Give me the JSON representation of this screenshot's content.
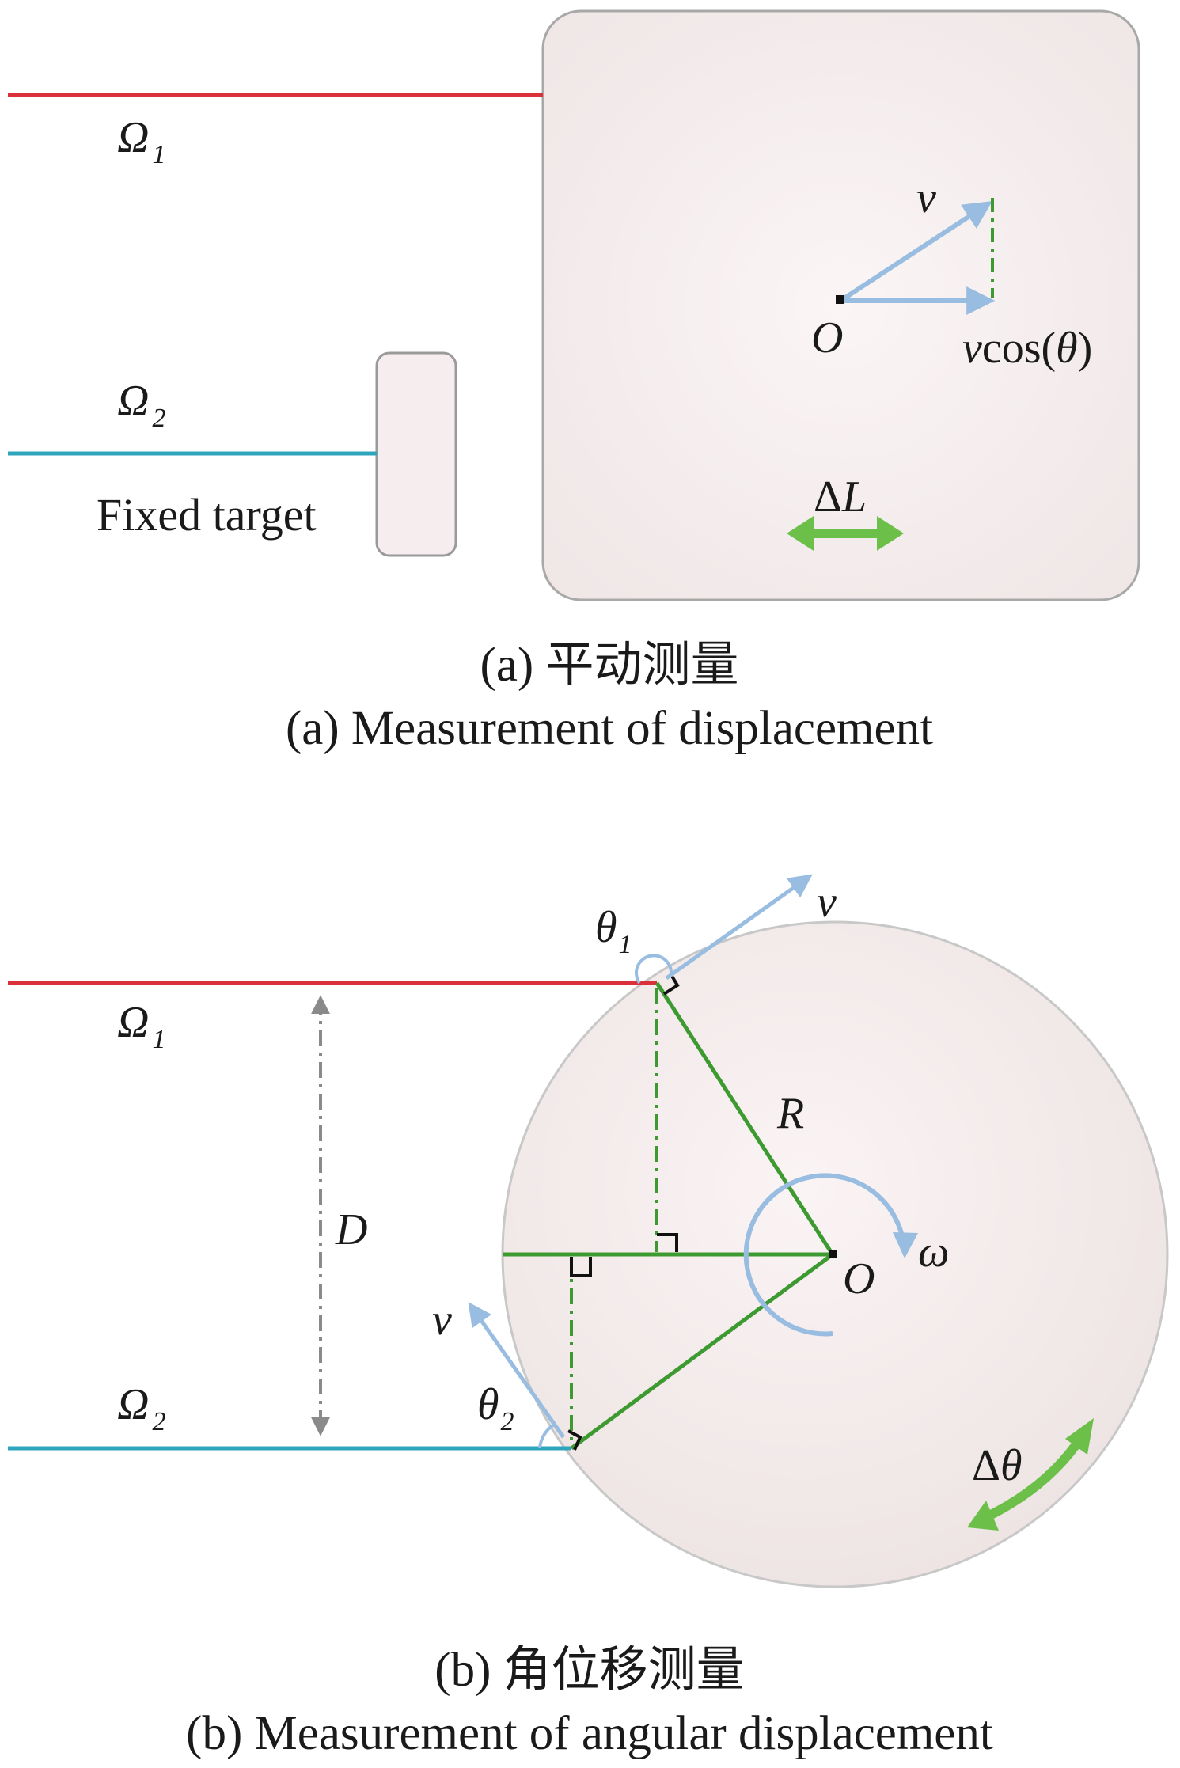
{
  "panel_a": {
    "omega1": "Ω",
    "omega1_sub": "1",
    "omega2": "Ω",
    "omega2_sub": "2",
    "fixed_target_label": "Fixed target",
    "velocity_label": "v",
    "origin_label": "O",
    "projection_label_v": "v",
    "projection_label_rest": "cos(",
    "projection_theta": "θ",
    "projection_close": ")",
    "delta_L_prefix": "Δ",
    "delta_L_var": "L",
    "caption_cn": "(a) 平动测量",
    "caption_en": "(a) Measurement of displacement"
  },
  "panel_b": {
    "omega1": "Ω",
    "omega1_sub": "1",
    "omega2": "Ω",
    "omega2_sub": "2",
    "theta1": "θ",
    "theta1_sub": "1",
    "theta2": "θ",
    "theta2_sub": "2",
    "v_top": "v",
    "v_bottom": "v",
    "radius_label": "R",
    "distance_label": "D",
    "origin_label": "O",
    "omega_label": "ω",
    "delta_theta_prefix": "Δ",
    "delta_theta_var": "θ",
    "caption_cn": "(b) 角位移测量",
    "caption_en": "(b) Measurement of angular displacement"
  },
  "colors": {
    "beam1_red": "#d9303a",
    "beam2_cyan": "#2fa4bd",
    "target_fill": "#f6eeee",
    "target_stroke": "#9a9a9a",
    "vector_blue": "#98bde0",
    "geometry_green": "#3d9a31",
    "arrow_green": "#6cc04a",
    "distance_gray": "#8a8a8a"
  }
}
